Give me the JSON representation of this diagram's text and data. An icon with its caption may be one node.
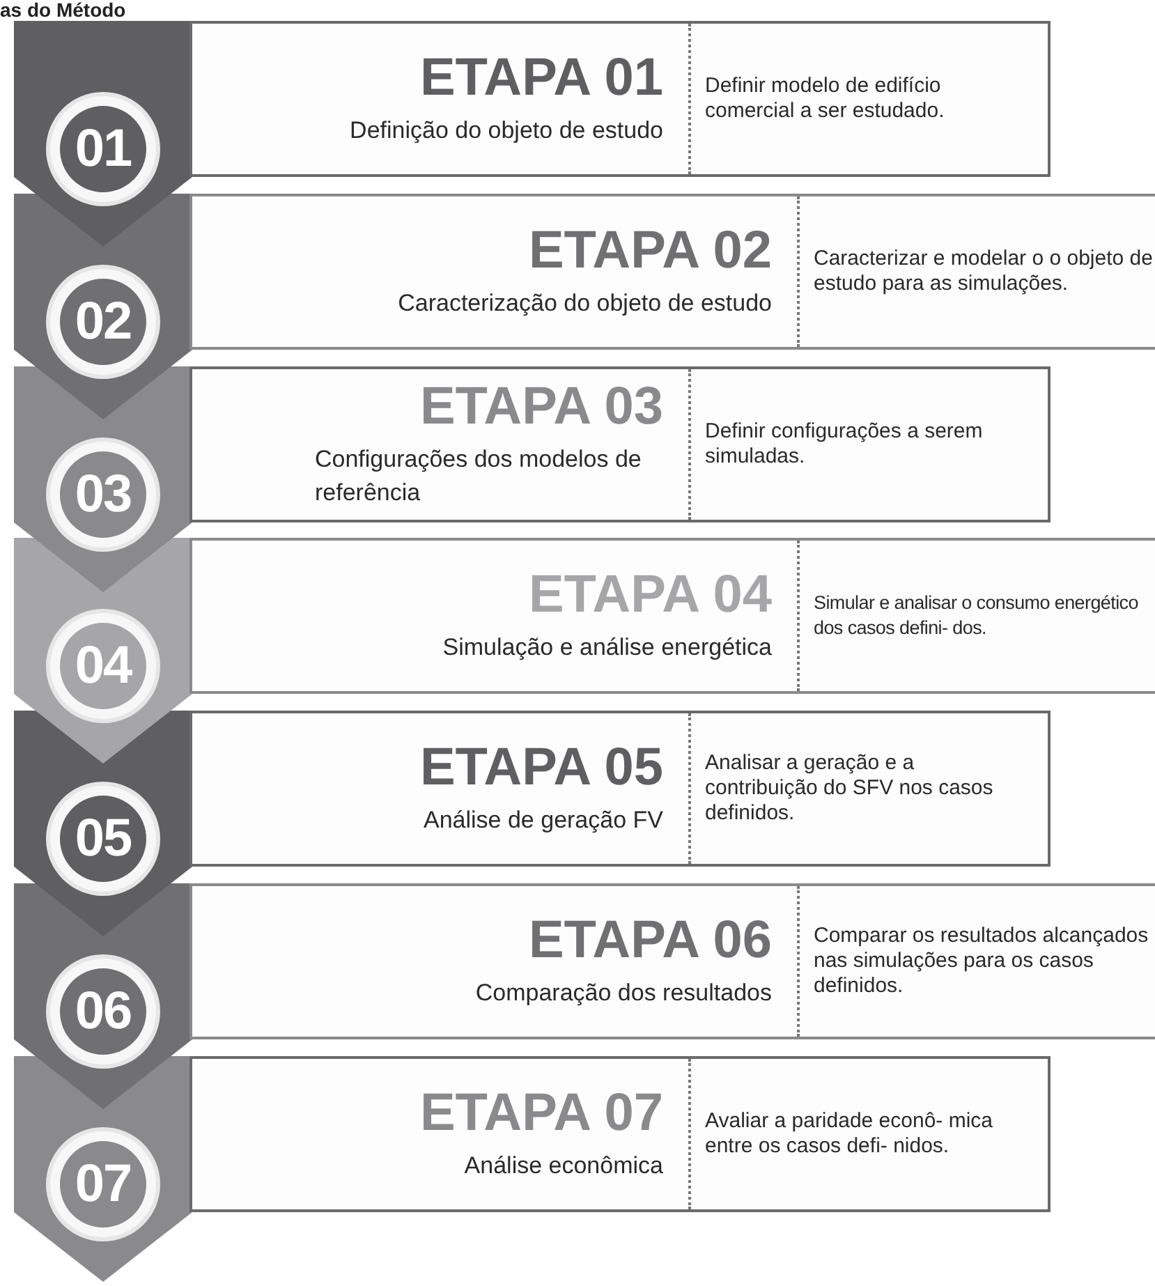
{
  "diagram": {
    "title": "as do Método",
    "nodes": [
      {
        "text": [
          "01"
        ]
      },
      {
        "text": [
          "ETAPA 01",
          "Definição do objeto de estudo",
          "Definir modelo de edifício comercial a ser estudado."
        ]
      },
      {
        "text": [
          "02"
        ]
      },
      {
        "text": [
          "ETAPA 02",
          "Caracterização do objeto de estudo",
          "Caracterizar e modelar o o objeto de estudo para as simulações."
        ]
      },
      {
        "text": [
          "03"
        ]
      },
      {
        "text": [
          "ETAPA 03",
          "Configurações dos modelos de referência",
          "Definir configurações a serem simuladas."
        ]
      },
      {
        "text": [
          "04"
        ]
      },
      {
        "text": [
          "ETAPA 04",
          "Simulação e análise energética",
          "Simular e analisar o consumo energético dos casos defini- dos."
        ]
      },
      {
        "text": [
          "05"
        ]
      },
      {
        "text": [
          "ETAPA 05",
          "Análise de geração FV",
          "Analisar a geração e a contribuição do SFV nos casos definidos."
        ]
      },
      {
        "text": [
          "06"
        ]
      },
      {
        "text": [
          "ETAPA 06",
          "Comparação dos resultados",
          "Comparar os resultados alcançados nas simulações para os casos definidos."
        ]
      },
      {
        "text": [
          "07"
        ]
      },
      {
        "text": [
          "ETAPA 07",
          "Análise econômica",
          "Avaliar a paridade econô- mica entre os casos defi- nidos."
        ]
      }
    ]
  }
}
